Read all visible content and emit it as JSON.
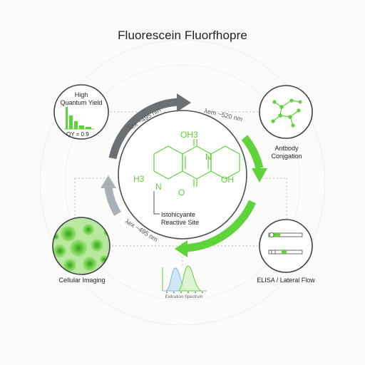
{
  "title": "Fluorescein Fluorfhopre",
  "arrows": {
    "top_left": "λex ~495 nm",
    "top_right": "λem ~520 nm",
    "bottom_left": "λex ~495 nm"
  },
  "molecule": {
    "top_group": "OH3",
    "left_group": "H3",
    "n_left": "N",
    "n_right": "N",
    "oh_right": "OH",
    "bottom_o": "O",
    "callout_line1": "Istohicyante",
    "callout_line2": "Reactive Site"
  },
  "panels": {
    "quantum": {
      "title_line1": "High",
      "title_line2": "Quantum Yield",
      "value": "QY = 0.9"
    },
    "antibody": {
      "line1": "Antbody",
      "line2": "Conjgation"
    },
    "cellular": {
      "label": "Cellular Imaging"
    },
    "elisa": {
      "label": "ELISA / Lateral Flow"
    },
    "spectrum": {
      "label": "Exilcation Spectrum"
    }
  },
  "colors": {
    "green": "#5fd33a",
    "gray": "#6b7075",
    "light_gray": "#a9b0b6",
    "blue": "#7fb6e0"
  }
}
